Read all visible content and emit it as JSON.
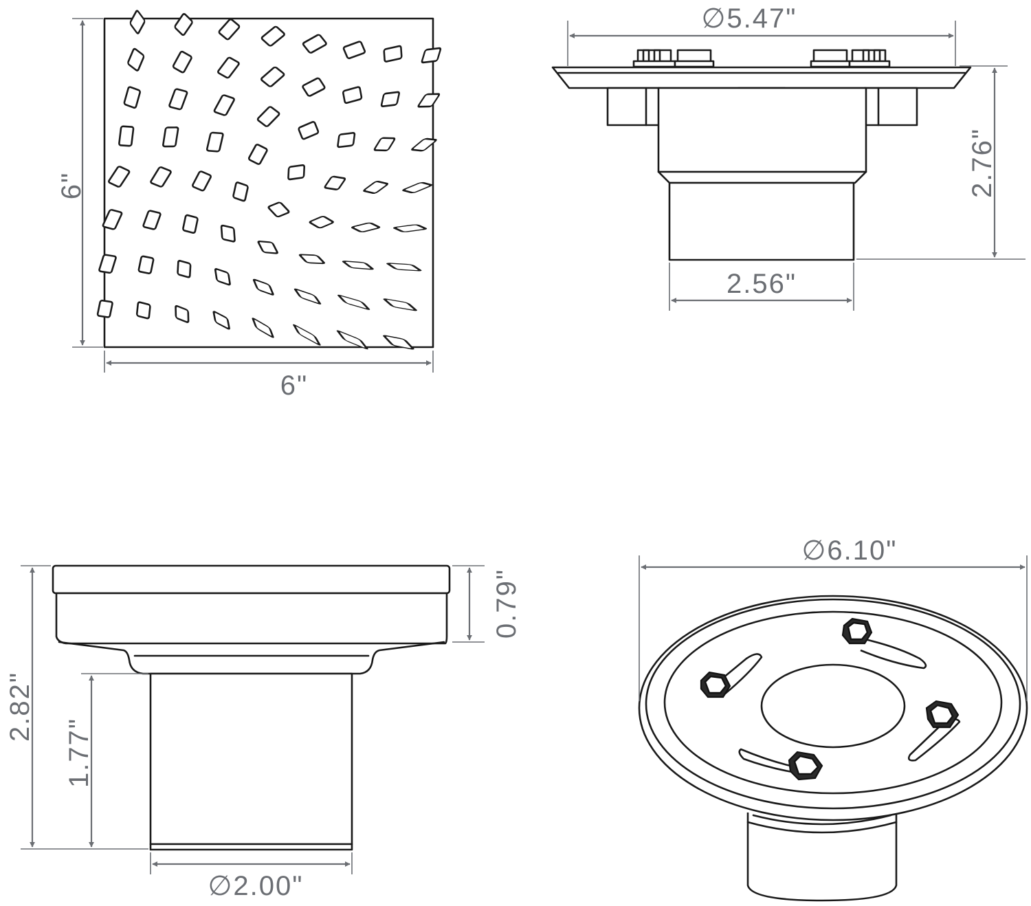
{
  "colors": {
    "line": "#1a1a1a",
    "dimension": "#6b6e73",
    "background": "#ffffff"
  },
  "top_view": {
    "height_label": "6\"",
    "width_label": "6\""
  },
  "front_view": {
    "flange_diameter_label": "∅5.47\"",
    "height_label": "2.76\"",
    "outlet_width_label": "2.56\""
  },
  "side_view": {
    "total_height_label": "2.82\"",
    "pipe_height_label": "1.77\"",
    "flange_height_label": "0.79\"",
    "pipe_diameter_label": "∅2.00\""
  },
  "perspective_view": {
    "diameter_label": "∅6.10\""
  }
}
